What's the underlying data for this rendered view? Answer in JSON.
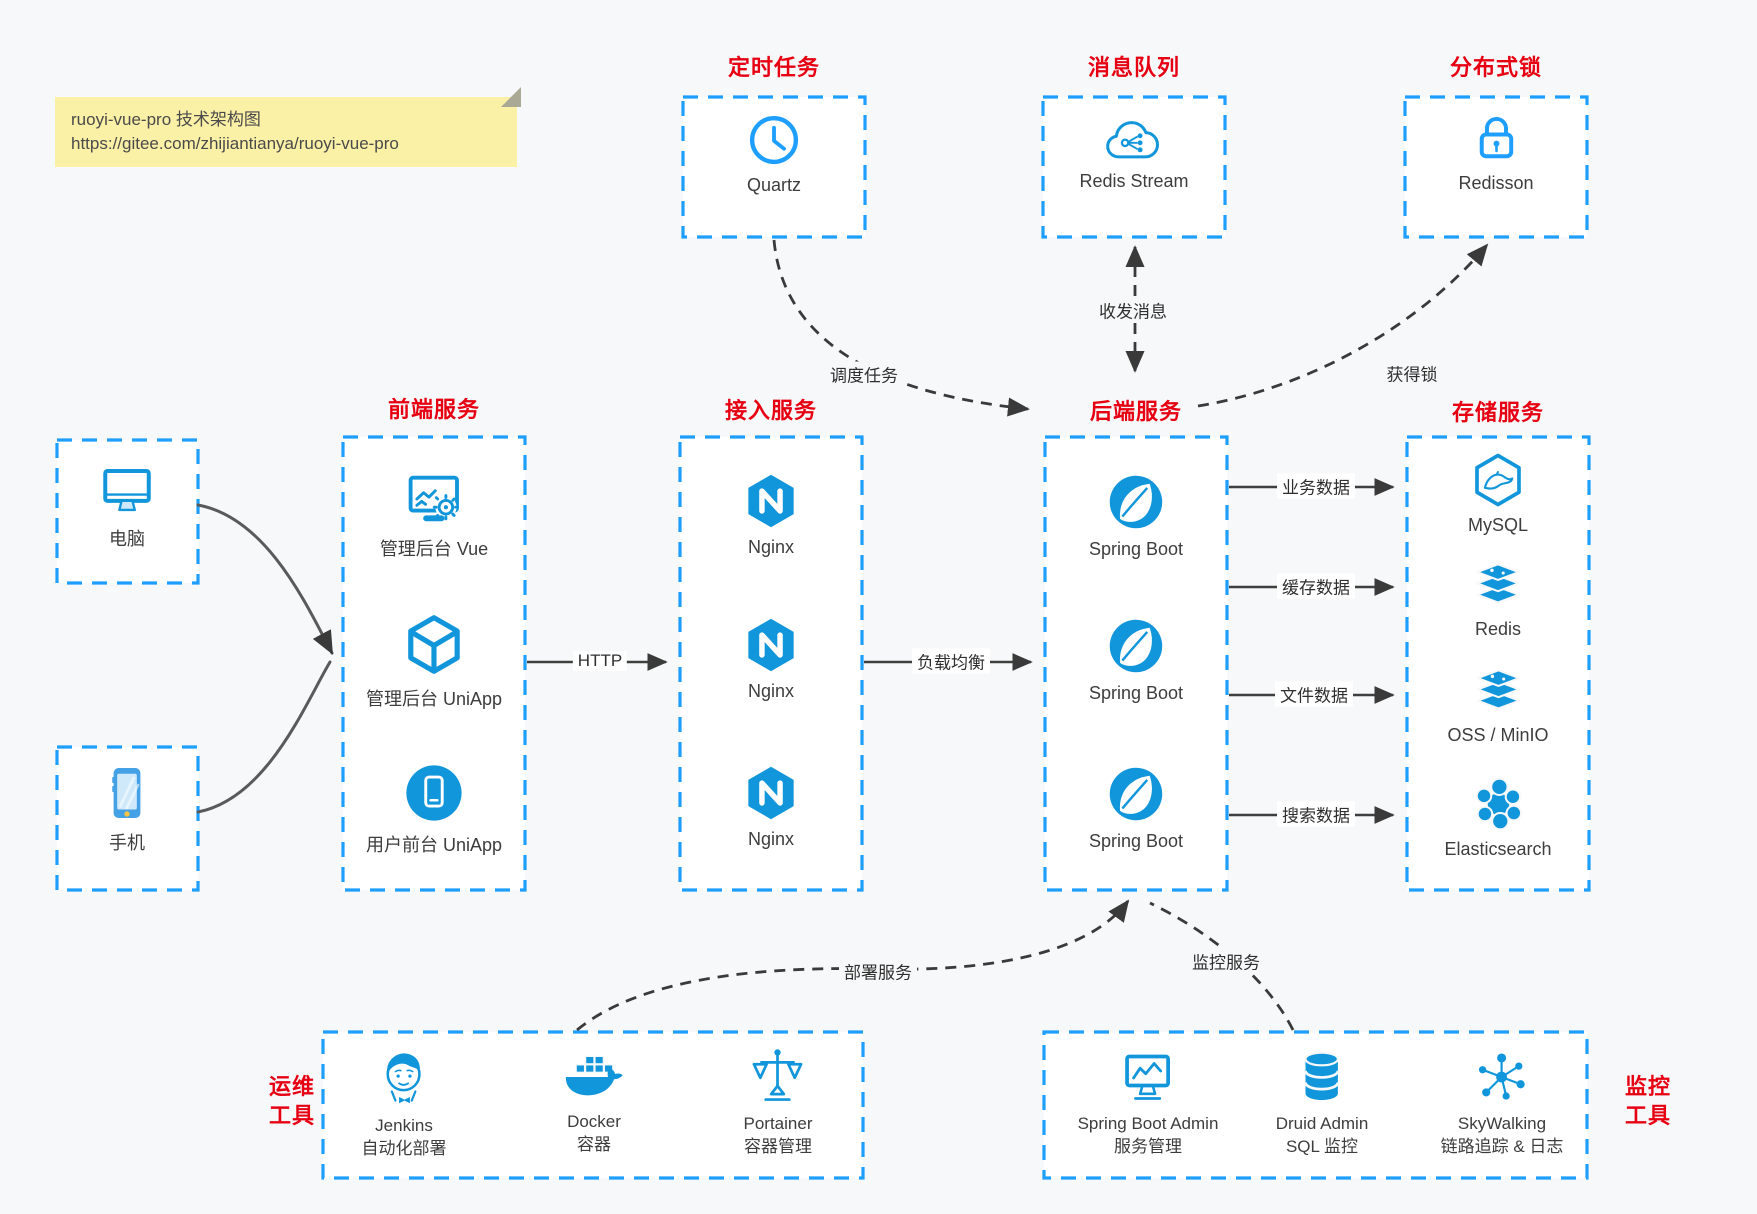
{
  "note": {
    "title": "ruoyi-vue-pro 技术架构图",
    "url": "https://gitee.com/zhijiantianya/ruoyi-vue-pro"
  },
  "colors": {
    "border_blue": "#1e9fff",
    "icon_blue": "#1296db",
    "title_red": "#e60012",
    "arrow_dark": "#3a3a3a",
    "note_yellow": "#faf0a6"
  },
  "top_services": [
    {
      "title": "定时任务",
      "icon": "clock-icon",
      "label": "Quartz"
    },
    {
      "title": "消息队列",
      "icon": "cloud-share-icon",
      "label": "Redis Stream"
    },
    {
      "title": "分布式锁",
      "icon": "lock-icon",
      "label": "Redisson"
    }
  ],
  "clients": [
    {
      "icon": "desktop-icon",
      "label": "电脑"
    },
    {
      "icon": "smartphone-icon",
      "label": "手机"
    }
  ],
  "frontend": {
    "title": "前端服务",
    "items": [
      {
        "icon": "admin-vue-icon",
        "label": "管理后台 Vue"
      },
      {
        "icon": "uniapp-cube-icon",
        "label": "管理后台 UniApp"
      },
      {
        "icon": "app-circle-icon",
        "label": "用户前台 UniApp"
      }
    ]
  },
  "gateway": {
    "title": "接入服务",
    "items": [
      {
        "icon": "nginx-icon",
        "label": "Nginx"
      },
      {
        "icon": "nginx-icon",
        "label": "Nginx"
      },
      {
        "icon": "nginx-icon",
        "label": "Nginx"
      }
    ]
  },
  "backend": {
    "title": "后端服务",
    "items": [
      {
        "icon": "spring-icon",
        "label": "Spring Boot"
      },
      {
        "icon": "spring-icon",
        "label": "Spring Boot"
      },
      {
        "icon": "spring-icon",
        "label": "Spring Boot"
      }
    ]
  },
  "storage": {
    "title": "存储服务",
    "items": [
      {
        "icon": "mysql-icon",
        "label": "MySQL"
      },
      {
        "icon": "redis-stack-icon",
        "label": "Redis"
      },
      {
        "icon": "redis-stack-icon",
        "label": "OSS / MinIO"
      },
      {
        "icon": "elasticsearch-icon",
        "label": "Elasticsearch"
      }
    ]
  },
  "ops": {
    "title_line1": "运维",
    "title_line2": "工具",
    "items": [
      {
        "icon": "jenkins-icon",
        "name": "Jenkins",
        "desc": "自动化部署"
      },
      {
        "icon": "docker-icon",
        "name": "Docker",
        "desc": "容器"
      },
      {
        "icon": "portainer-icon",
        "name": "Portainer",
        "desc": "容器管理"
      }
    ]
  },
  "monitor": {
    "title_line1": "监控",
    "title_line2": "工具",
    "items": [
      {
        "icon": "spring-boot-admin-icon",
        "name": "Spring Boot Admin",
        "desc": "服务管理"
      },
      {
        "icon": "druid-icon",
        "name": "Druid Admin",
        "desc": "SQL 监控"
      },
      {
        "icon": "skywalking-icon",
        "name": "SkyWalking",
        "desc": "链路追踪 & 日志"
      }
    ]
  },
  "edges": {
    "http": "HTTP",
    "load_balance": "负载均衡",
    "schedule": "调度任务",
    "messaging": "收发消息",
    "lock": "获得锁",
    "business": "业务数据",
    "cache": "缓存数据",
    "file": "文件数据",
    "search": "搜索数据",
    "deploy": "部署服务",
    "monitoring": "监控服务"
  }
}
